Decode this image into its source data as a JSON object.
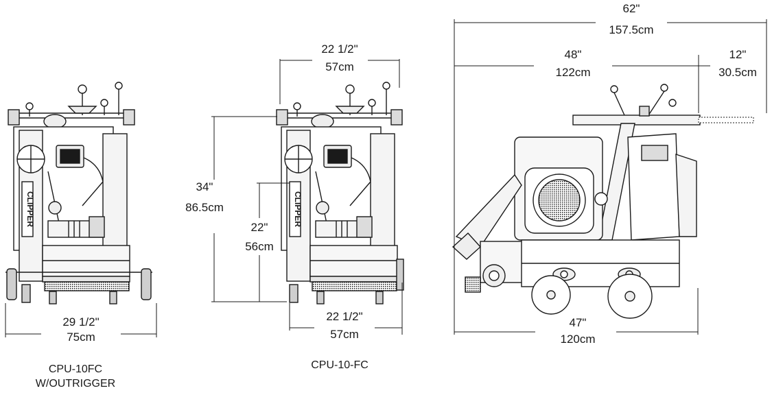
{
  "views": [
    {
      "id": "front-outrigger",
      "caption_line1": "CPU-10FC",
      "caption_line2": "W/OUTRIGGER",
      "width": {
        "imperial": "29 1/2\"",
        "metric": "75cm"
      }
    },
    {
      "id": "front",
      "caption": "CPU-10-FC",
      "top_width": {
        "imperial": "22 1/2\"",
        "metric": "57cm"
      },
      "bottom_width": {
        "imperial": "22 1/2\"",
        "metric": "57cm"
      },
      "height_total": {
        "imperial": "34\"",
        "metric": "86.5cm"
      },
      "height_lower": {
        "imperial": "22\"",
        "metric": "56cm"
      }
    },
    {
      "id": "side",
      "overall_length": {
        "imperial": "62\"",
        "metric": "157.5cm"
      },
      "frame_length": {
        "imperial": "48\"",
        "metric": "122cm"
      },
      "handle_extension": {
        "imperial": "12\"",
        "metric": "30.5cm"
      },
      "base_length": {
        "imperial": "47\"",
        "metric": "120cm"
      }
    }
  ],
  "brand_mark": "CLIPPER",
  "colors": {
    "line": "#1a1a1a",
    "fill_light": "#f2f2f2",
    "fill_mid": "#cfcfcf"
  }
}
